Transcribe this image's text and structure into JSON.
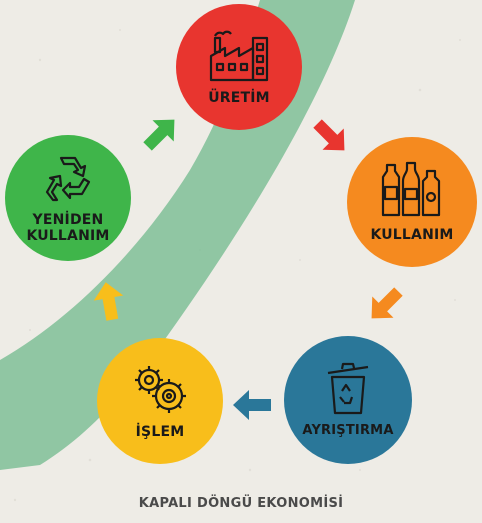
{
  "diagram": {
    "caption": "KAPALI DÖNGÜ EKONOMİSİ",
    "nodes": [
      {
        "id": "uretim",
        "label": "ÜRETİM",
        "icon": "factory-icon",
        "color": "#e8352f"
      },
      {
        "id": "kullanim",
        "label": "KULLANIM",
        "icon": "bottles-icon",
        "color": "#f58a1f"
      },
      {
        "id": "ayristirma",
        "label": "AYRIŞTIRMA",
        "icon": "recycle-bin-icon",
        "color": "#2a7799"
      },
      {
        "id": "islem",
        "label": "İŞLEM",
        "icon": "gears-icon",
        "color": "#f8be1b"
      },
      {
        "id": "yeniden",
        "label": "YENİDEN\nKULLANIM",
        "icon": "recycle-icon",
        "color": "#3fb54a"
      }
    ],
    "colors": {
      "background": "#eeece6",
      "swoosh": "#7fbf97"
    }
  }
}
